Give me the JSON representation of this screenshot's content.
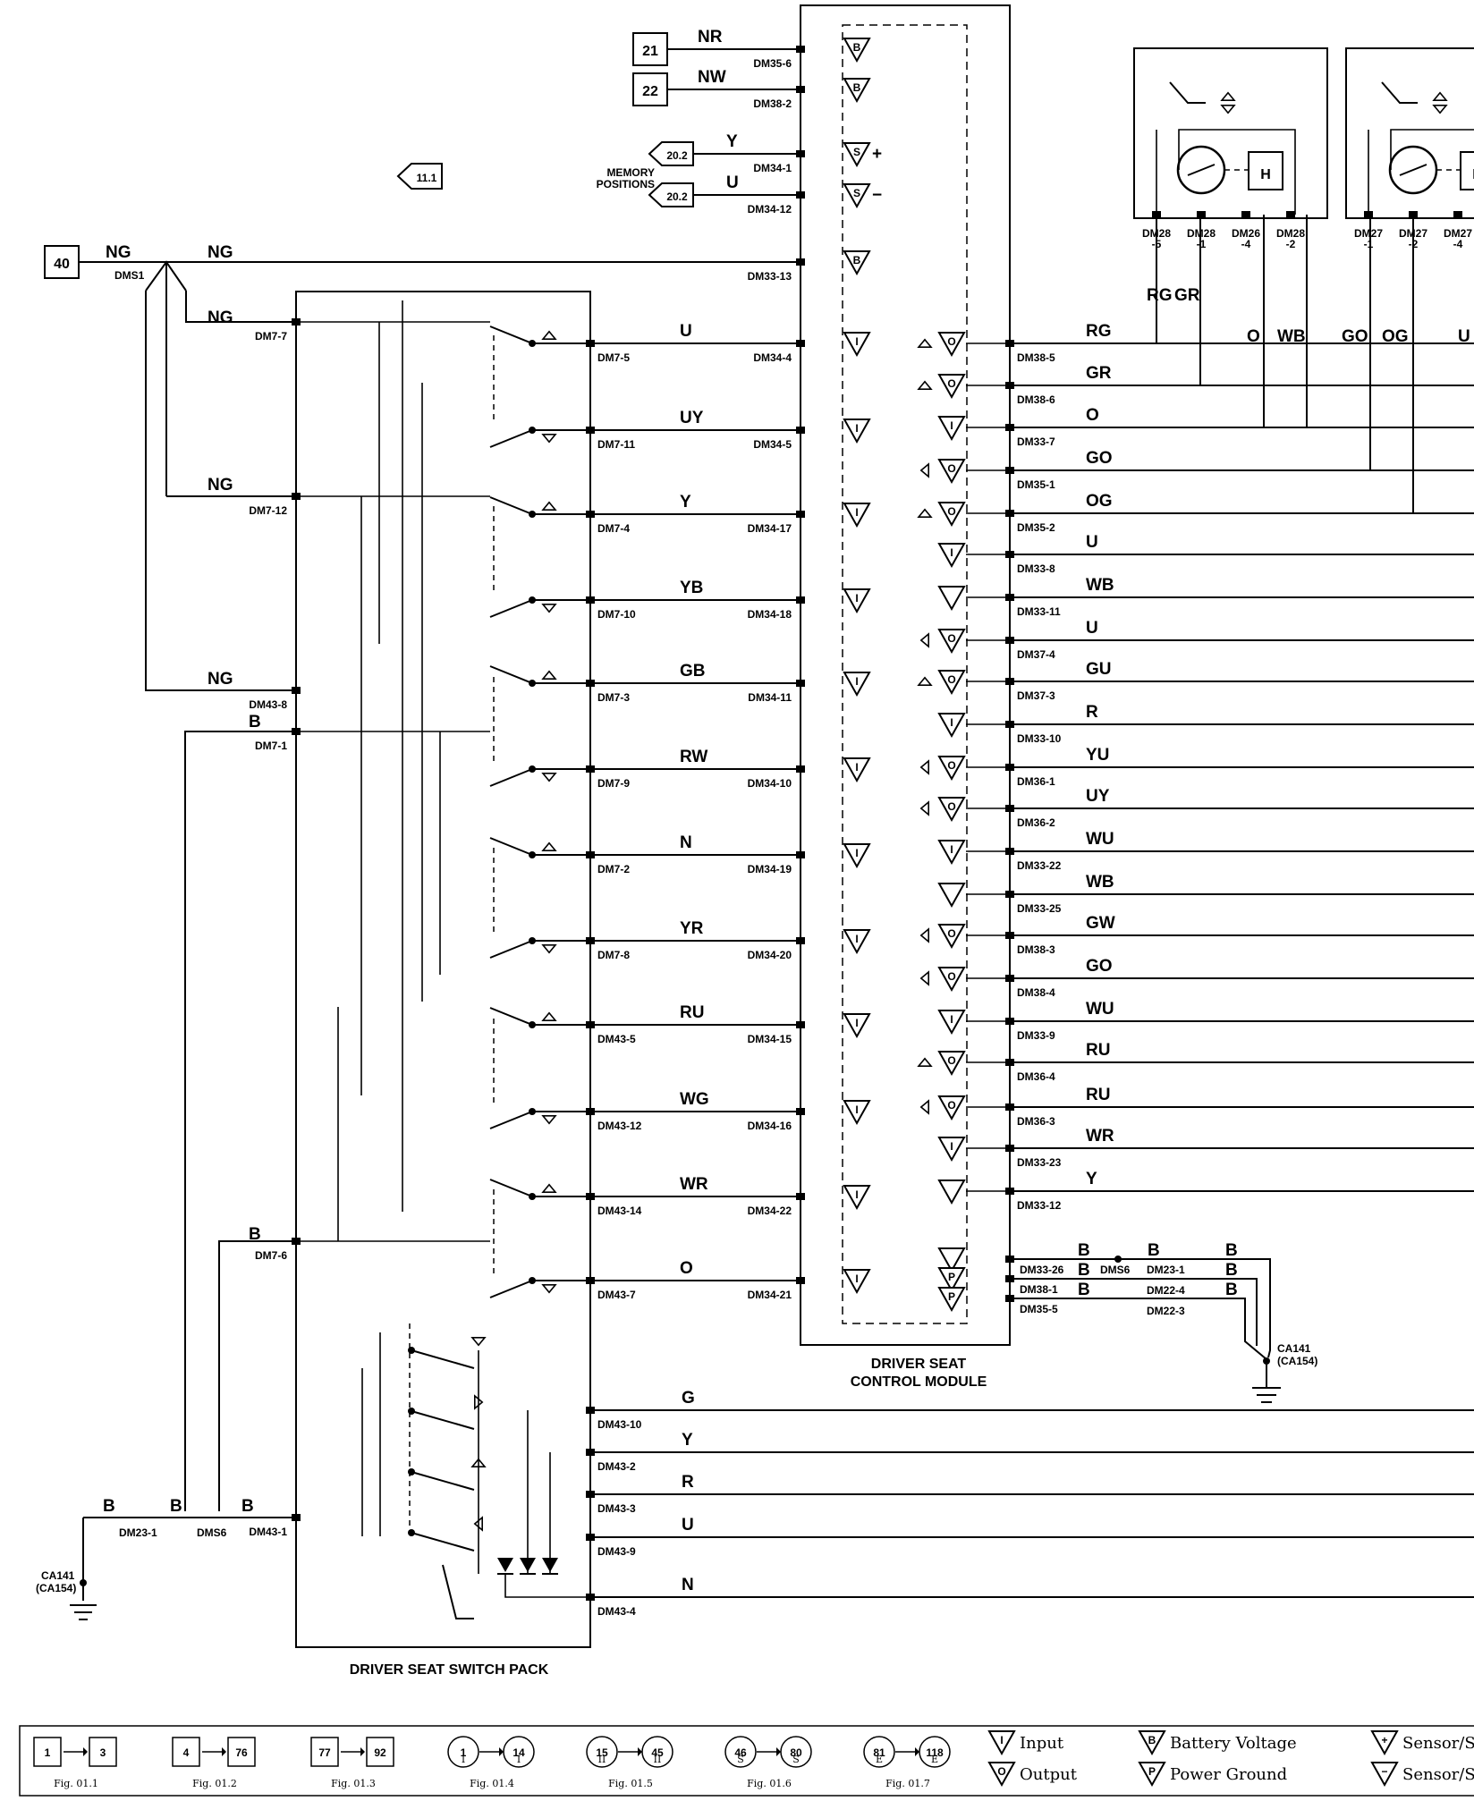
{
  "module": {
    "title_line1": "DRIVER SEAT",
    "title_line2": "CONTROL MODULE"
  },
  "switch_pack": {
    "title": "DRIVER SEAT SWITCH PACK"
  },
  "refs": {
    "r21": "21",
    "r22": "22",
    "r40": "40",
    "r11": "11.1",
    "r20a": "20.2",
    "r20b": "20.2",
    "memory_line1": "MEMORY",
    "memory_line2": "POSITIONS"
  },
  "top_inputs": [
    {
      "wire": "NR",
      "pin": "DM35-6",
      "sym": "B",
      "sign": ""
    },
    {
      "wire": "NW",
      "pin": "DM38-2",
      "sym": "B",
      "sign": ""
    },
    {
      "wire": "Y",
      "pin": "DM34-1",
      "sym": "S",
      "sign": "+"
    },
    {
      "wire": "U",
      "pin": "DM34-12",
      "sym": "S",
      "sign": "−"
    },
    {
      "wire": "NG",
      "pin": "DM33-13",
      "sym": "B",
      "sign": ""
    }
  ],
  "supply": {
    "ng_main": "NG",
    "ng_branch": "NG",
    "splice": "DMS1",
    "ng_upper": "NG",
    "ng_mid": "NG",
    "ng_low": "NG",
    "b_upper": "B",
    "b_lower": "B"
  },
  "switch_left_pins": [
    "DM7-7",
    "DM7-12",
    "DM43-8",
    "DM7-1",
    "DM7-6",
    "DM43-1"
  ],
  "switch_rows": [
    {
      "wire": "U",
      "spin": "DM7-5",
      "mpin": "DM34-4"
    },
    {
      "wire": "UY",
      "spin": "DM7-11",
      "mpin": "DM34-5"
    },
    {
      "wire": "Y",
      "spin": "DM7-4",
      "mpin": "DM34-17"
    },
    {
      "wire": "YB",
      "spin": "DM7-10",
      "mpin": "DM34-18"
    },
    {
      "wire": "GB",
      "spin": "DM7-3",
      "mpin": "DM34-11"
    },
    {
      "wire": "RW",
      "spin": "DM7-9",
      "mpin": "DM34-10"
    },
    {
      "wire": "N",
      "spin": "DM7-2",
      "mpin": "DM34-19"
    },
    {
      "wire": "YR",
      "spin": "DM7-8",
      "mpin": "DM34-20"
    },
    {
      "wire": "RU",
      "spin": "DM43-5",
      "mpin": "DM34-15"
    },
    {
      "wire": "WG",
      "spin": "DM43-12",
      "mpin": "DM34-16"
    },
    {
      "wire": "WR",
      "spin": "DM43-14",
      "mpin": "DM34-22"
    },
    {
      "wire": "O",
      "spin": "DM43-7",
      "mpin": "DM34-21"
    }
  ],
  "output_rows": [
    {
      "wire": "RG",
      "pin": "DM38-5",
      "sym": "O"
    },
    {
      "wire": "GR",
      "pin": "DM38-6",
      "sym": "O"
    },
    {
      "wire": "O",
      "pin": "DM33-7",
      "sym": "I"
    },
    {
      "wire": "GO",
      "pin": "DM35-1",
      "sym": "O"
    },
    {
      "wire": "OG",
      "pin": "DM35-2",
      "sym": "O"
    },
    {
      "wire": "U",
      "pin": "DM33-8",
      "sym": "I"
    },
    {
      "wire": "WB",
      "pin": "DM33-11",
      "sym": "-"
    },
    {
      "wire": "U",
      "pin": "DM37-4",
      "sym": "O"
    },
    {
      "wire": "GU",
      "pin": "DM37-3",
      "sym": "O"
    },
    {
      "wire": "R",
      "pin": "DM33-10",
      "sym": "I"
    },
    {
      "wire": "YU",
      "pin": "DM36-1",
      "sym": "O"
    },
    {
      "wire": "UY",
      "pin": "DM36-2",
      "sym": "O"
    },
    {
      "wire": "WU",
      "pin": "DM33-22",
      "sym": "I"
    },
    {
      "wire": "WB",
      "pin": "DM33-25",
      "sym": "-"
    },
    {
      "wire": "GW",
      "pin": "DM38-3",
      "sym": "O"
    },
    {
      "wire": "GO",
      "pin": "DM38-4",
      "sym": "O"
    },
    {
      "wire": "WU",
      "pin": "DM33-9",
      "sym": "I"
    },
    {
      "wire": "RU",
      "pin": "DM36-4",
      "sym": "O"
    },
    {
      "wire": "RU",
      "pin": "DM36-3",
      "sym": "O"
    },
    {
      "wire": "WR",
      "pin": "DM33-23",
      "sym": "I"
    },
    {
      "wire": "Y",
      "pin": "DM33-12",
      "sym": "-"
    }
  ],
  "ground_rows": [
    {
      "pin": "DM33-26",
      "sym": "-",
      "wire": "B"
    },
    {
      "pin": "DM38-1",
      "sym": "P",
      "wire": "B"
    },
    {
      "pin": "DM35-5",
      "sym": "P",
      "wire": "B"
    }
  ],
  "ground_right": {
    "splice": "DMS6",
    "wire2": "B",
    "pin1": "DM23-1",
    "pin2": "DM22-4",
    "pin3": "DM22-3",
    "w1": "B",
    "w2": "B",
    "w3": "B",
    "gnd1": "CA141",
    "gnd2": "(CA154)"
  },
  "ground_left": {
    "w1": "B",
    "w2": "B",
    "w3": "B",
    "pin": "DM23-1",
    "splice": "DMS6",
    "gnd1": "CA141",
    "gnd2": "(CA154)"
  },
  "mirror_rows": [
    {
      "wire": "G",
      "pin": "DM43-10"
    },
    {
      "wire": "Y",
      "pin": "DM43-2"
    },
    {
      "wire": "R",
      "pin": "DM43-3"
    },
    {
      "wire": "U",
      "pin": "DM43-9"
    },
    {
      "wire": "N",
      "pin": "DM43-4"
    }
  ],
  "motor1": {
    "pins": [
      "DM28\n-5",
      "DM28\n-1",
      "DM26\n-4",
      "DM28\n-2"
    ],
    "w1": "RG",
    "w2": "GR",
    "w3": "O",
    "w4": "WB",
    "sensor": "H"
  },
  "motor2": {
    "pins": [
      "DM27\n-1",
      "DM27\n-2",
      "DM27\n-4"
    ],
    "w1": "GO",
    "w2": "OG",
    "w3": "U",
    "sensor": "H"
  },
  "legend": {
    "figs": [
      {
        "a": "1",
        "b": "3",
        "fig": "Fig. 01.1",
        "kind": "box",
        "sa": "",
        "sb": ""
      },
      {
        "a": "4",
        "b": "76",
        "fig": "Fig. 01.2",
        "kind": "box",
        "sa": "",
        "sb": ""
      },
      {
        "a": "77",
        "b": "92",
        "fig": "Fig. 01.3",
        "kind": "box",
        "sa": "",
        "sb": ""
      },
      {
        "a": "1",
        "b": "14",
        "fig": "Fig. 01.4",
        "kind": "circle",
        "sa": "I",
        "sb": "I"
      },
      {
        "a": "15",
        "b": "45",
        "fig": "Fig. 01.5",
        "kind": "circle",
        "sa": "II",
        "sb": "II"
      },
      {
        "a": "46",
        "b": "80",
        "fig": "Fig. 01.6",
        "kind": "circle",
        "sa": "S",
        "sb": "S"
      },
      {
        "a": "81",
        "b": "118",
        "fig": "Fig. 01.7",
        "kind": "circle",
        "sa": "E",
        "sb": "E"
      }
    ],
    "input": "Input",
    "output": "Output",
    "battery": "Battery Voltage",
    "power_ground": "Power Ground",
    "sensor_plus": "Sensor/Si",
    "sensor_minus": "Sensor/Si"
  }
}
